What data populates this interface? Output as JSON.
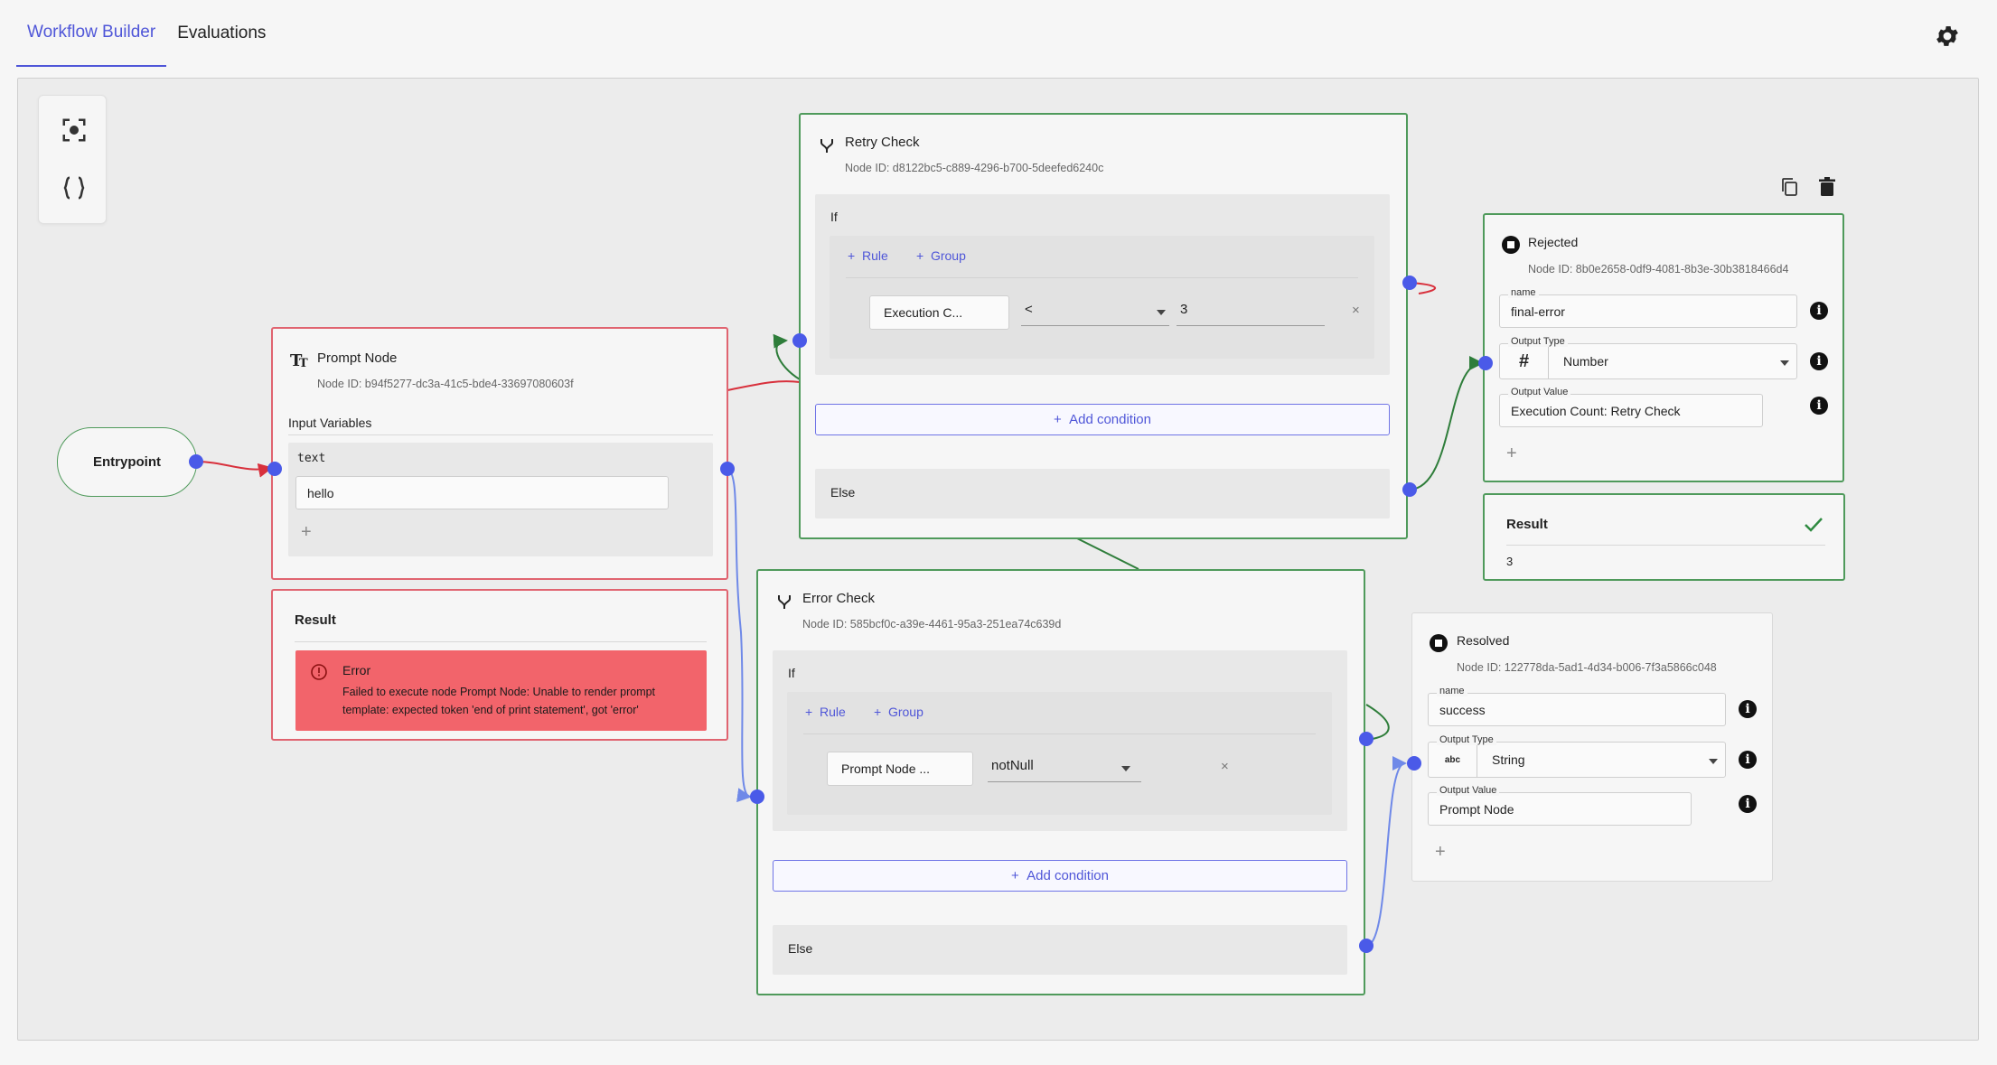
{
  "tabs": [
    {
      "label": "Workflow Builder",
      "active": true
    },
    {
      "label": "Evaluations",
      "active": false
    }
  ],
  "icons": {
    "settings": "gear-icon",
    "focus": "focus-icon",
    "braces": "braces-icon",
    "copy": "copy-icon",
    "trash": "trash-icon"
  },
  "colors": {
    "accent": "#4f56d8",
    "error_border": "#e06470",
    "success_border": "#4f9a5b",
    "error_bg": "#f2646b",
    "port": "#4a5ae8"
  },
  "entrypoint": {
    "label": "Entrypoint"
  },
  "prompt_node": {
    "title": "Prompt Node",
    "node_id": "Node ID: b94f5277-dc3a-41c5-bde4-33697080603f",
    "input_variables_label": "Input Variables",
    "variable_name": "text",
    "variable_value": "hello"
  },
  "prompt_result": {
    "title": "Result",
    "error_title": "Error",
    "error_message": "Failed to execute node Prompt Node: Unable to render prompt template: expected token 'end of print statement', got 'error'"
  },
  "retry_check": {
    "title": "Retry Check",
    "node_id": "Node ID: d8122bc5-c889-4296-b700-5deefed6240c",
    "if_label": "If",
    "rule_label": "Rule",
    "group_label": "Group",
    "condition_field": "Execution C...",
    "operator": "<",
    "value": "3",
    "add_condition": "Add condition",
    "else_label": "Else"
  },
  "error_check": {
    "title": "Error Check",
    "node_id": "Node ID: 585bcf0c-a39e-4461-95a3-251ea74c639d",
    "if_label": "If",
    "rule_label": "Rule",
    "group_label": "Group",
    "condition_field": "Prompt Node ...",
    "operator": "notNull",
    "add_condition": "Add condition",
    "else_label": "Else"
  },
  "rejected": {
    "title": "Rejected",
    "node_id": "Node ID: 8b0e2658-0df9-4081-8b3e-30b3818466d4",
    "name_label": "name",
    "name_value": "final-error",
    "output_type_label": "Output Type",
    "output_type_symbol": "#",
    "output_type_value": "Number",
    "output_value_label": "Output Value",
    "output_value": "Execution Count: Retry Check"
  },
  "rejected_result": {
    "title": "Result",
    "value": "3"
  },
  "resolved": {
    "title": "Resolved",
    "node_id": "Node ID: 122778da-5ad1-4d34-b006-7f3a5866c048",
    "name_label": "name",
    "name_value": "success",
    "output_type_label": "Output Type",
    "output_type_symbol": "abc",
    "output_type_value": "String",
    "output_value_label": "Output Value",
    "output_value": "Prompt Node"
  }
}
